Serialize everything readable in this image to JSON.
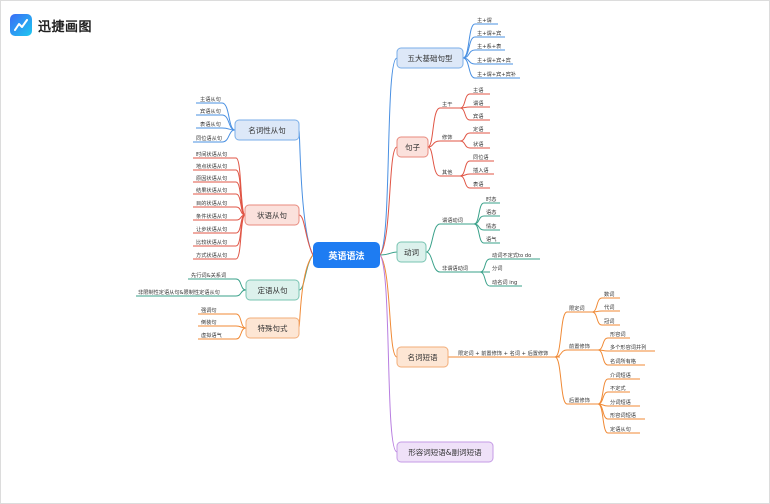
{
  "brand": {
    "name": "迅捷画图"
  },
  "map": {
    "root": "英语语法",
    "left": {
      "nominal_clause": {
        "label": "名词性从句",
        "items": [
          "主语从句",
          "宾语从句",
          "表语从句",
          "同位语从句"
        ]
      },
      "adverbial_clause": {
        "label": "状语从句",
        "items": [
          "时间状语从句",
          "地点状语从句",
          "原因状语从句",
          "结果状语从句",
          "目的状语从句",
          "条件状语从句",
          "让步状语从句",
          "比较状语从句",
          "方式状语从句"
        ]
      },
      "attributive_clause": {
        "label": "定语从句",
        "items": [
          "先行词&关系词",
          "非限制性定语从句&限制性定语从句"
        ]
      },
      "special_sentence": {
        "label": "特殊句式",
        "items": [
          "强调句",
          "倒装句",
          "虚拟语气"
        ]
      }
    },
    "right": {
      "five_patterns": {
        "label": "五大基础句型",
        "items": [
          "主+谓",
          "主+谓+宾",
          "主+系+表",
          "主+谓+宾+宾",
          "主+谓+宾+宾补"
        ]
      },
      "sentence": {
        "label": "句子",
        "groups": [
          {
            "label": "主干",
            "items": [
              "主语",
              "谓语",
              "宾语"
            ]
          },
          {
            "label": "修饰",
            "items": [
              "定语",
              "状语"
            ]
          },
          {
            "label": "其他",
            "items": [
              "同位语",
              "插入语",
              "表语"
            ]
          }
        ]
      },
      "verb": {
        "label": "动词",
        "groups": [
          {
            "label": "谓语动词",
            "items": [
              "时态",
              "语态",
              "情态",
              "语气"
            ]
          },
          {
            "label": "非谓语动词",
            "items": [
              "动词不定式to do",
              "分词",
              "动名词 ing"
            ]
          }
        ]
      },
      "noun_phrase": {
        "label": "名词短语",
        "formula": "限定词 + 前置修饰 + 名词 + 后置修饰",
        "groups": [
          {
            "label": "限定词",
            "items": [
              "数词",
              "代词",
              "冠词"
            ]
          },
          {
            "label": "前置修饰",
            "items": [
              "形容词",
              "多个形容词并列",
              "名词所有格"
            ]
          },
          {
            "label": "后置修饰",
            "items": [
              "介词短语",
              "不定式",
              "分词短语",
              "形容词短语",
              "定语从句"
            ]
          }
        ]
      },
      "adj_adv_phrase": {
        "label": "形容词短语&副词短语"
      }
    }
  },
  "colors": {
    "root_fill": "#1e7cf2",
    "blue_branch": "#4a90e2",
    "red_branch": "#e05545",
    "green_branch": "#3aa18a",
    "orange_branch": "#f08a36",
    "purple_branch": "#b87ee0"
  }
}
